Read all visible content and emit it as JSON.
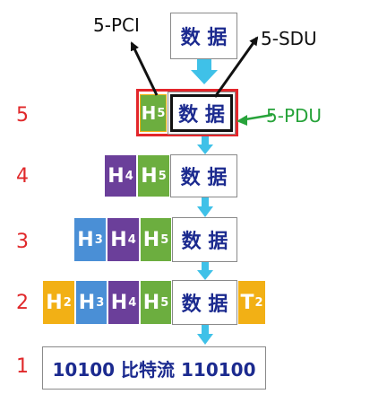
{
  "data_label": "数 据",
  "levels": [
    "5",
    "4",
    "3",
    "2",
    "1"
  ],
  "labels": {
    "pci": "5-PCI",
    "sdu": "5-SDU",
    "pdu": "5-PDU"
  },
  "headers": {
    "h5": {
      "letter": "H",
      "num": "5"
    },
    "h4": {
      "letter": "H",
      "num": "4"
    },
    "h3": {
      "letter": "H",
      "num": "3"
    },
    "h2": {
      "letter": "H",
      "num": "2"
    },
    "t2": {
      "letter": "T",
      "num": "2"
    }
  },
  "bitstream": "10100 比特流 110100",
  "colors": {
    "h5": "#6cae3f",
    "h4": "#6b3f9a",
    "h3": "#4a8fd6",
    "h2": "#f2b015",
    "arrow": "#3fc1e8",
    "level_text": "#e0282a",
    "pdu_text": "#27a33a",
    "data_text": "#1b2a8f",
    "highlight": "#e3262b"
  }
}
